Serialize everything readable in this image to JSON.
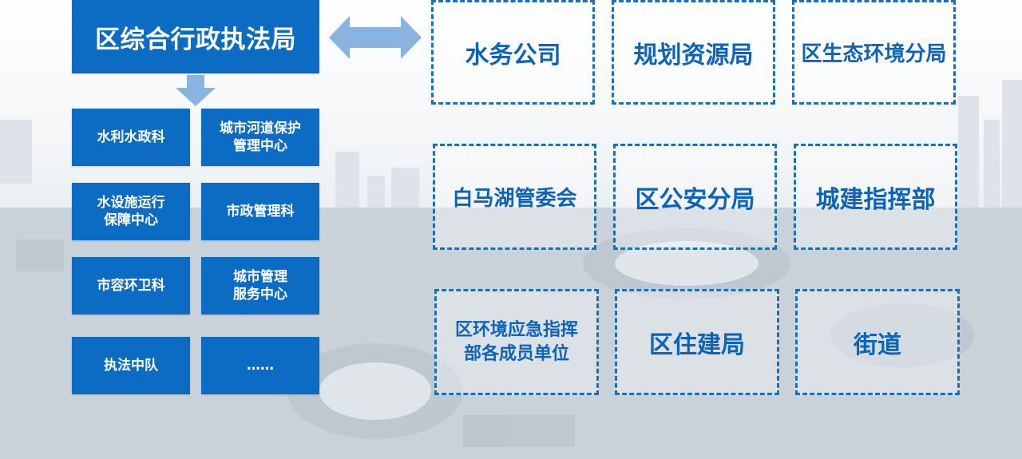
{
  "head_box": {
    "label": "区综合行政执法局"
  },
  "sub_units": [
    {
      "label": "水利水政科"
    },
    {
      "label": "城市河道保护\n管理中心"
    },
    {
      "label": "水设施运行\n保障中心"
    },
    {
      "label": "市政管理科"
    },
    {
      "label": "市容环卫科"
    },
    {
      "label": "城市管理\n服务中心"
    },
    {
      "label": "执法中队"
    },
    {
      "label": "……"
    }
  ],
  "partners": [
    {
      "label": "水务公司"
    },
    {
      "label": "规划资源局"
    },
    {
      "label": "区生态环境分局"
    },
    {
      "label": "白马湖管委会"
    },
    {
      "label": "区公安分局"
    },
    {
      "label": "城建指挥部"
    },
    {
      "label": "区环境应急指挥\n部各成员单位"
    },
    {
      "label": "区住建局"
    },
    {
      "label": "街道"
    }
  ],
  "colors": {
    "primary_blue": "#0c6cc4",
    "arrow_blue": "#8ab4e0",
    "dashed_border": "#1f6fb5",
    "partner_text": "#0d63b8"
  }
}
